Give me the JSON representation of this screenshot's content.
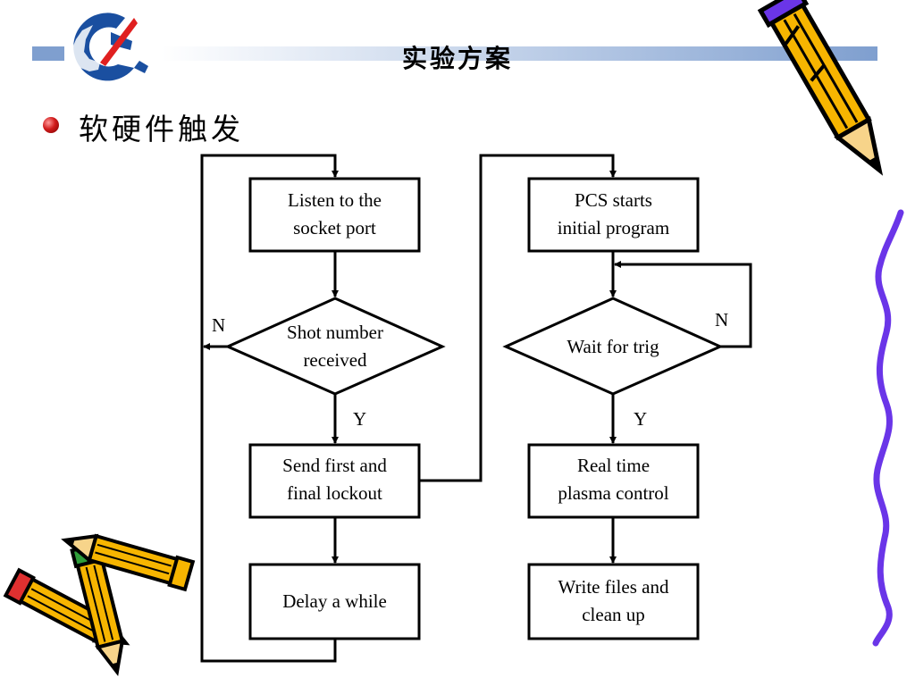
{
  "header": {
    "title": "实验方案"
  },
  "bullet": {
    "text": "软硬件触发"
  },
  "flowchart": {
    "listen": "Listen to the\nsocket port",
    "shot": "Shot number\nreceived",
    "send": "Send first and\nfinal lockout",
    "delay": "Delay a while",
    "pcs": "PCS starts\ninitial program",
    "wait": "Wait for trig",
    "realtime": "Real time\nplasma control",
    "write": "Write files and\nclean up",
    "left_no": "N",
    "left_yes": "Y",
    "right_no": "N",
    "right_yes": "Y"
  },
  "colors": {
    "header_bar": "#7f9fcf",
    "logo_blue": "#1a4fa0",
    "logo_red": "#e02020",
    "pencil_body": "#f7b500",
    "squiggle": "#6a35e8",
    "bullet": "#c41414"
  },
  "icons": [
    "institute-logo-icon",
    "pencil-icon",
    "pencils-cluster-icon",
    "bullet-dot-icon"
  ]
}
